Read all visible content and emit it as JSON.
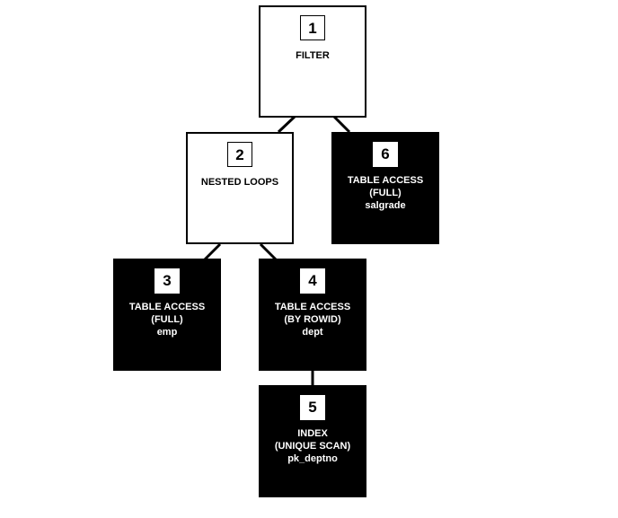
{
  "diagram": {
    "type": "execution-plan-tree",
    "nodes": [
      {
        "id": "1",
        "style": "white",
        "lines": [
          "FILTER"
        ],
        "children": [
          "2",
          "6"
        ]
      },
      {
        "id": "2",
        "style": "white",
        "lines": [
          "NESTED LOOPS"
        ],
        "children": [
          "3",
          "4"
        ]
      },
      {
        "id": "3",
        "style": "black",
        "lines": [
          "TABLE ACCESS",
          "(FULL)",
          "emp"
        ],
        "children": []
      },
      {
        "id": "4",
        "style": "black",
        "lines": [
          "TABLE ACCESS",
          "(BY ROWID)",
          "dept"
        ],
        "children": [
          "5"
        ]
      },
      {
        "id": "5",
        "style": "black",
        "lines": [
          "INDEX",
          "(UNIQUE SCAN)",
          "pk_deptno"
        ],
        "children": []
      },
      {
        "id": "6",
        "style": "black",
        "lines": [
          "TABLE ACCESS",
          "(FULL)",
          "salgrade"
        ],
        "children": []
      }
    ]
  }
}
